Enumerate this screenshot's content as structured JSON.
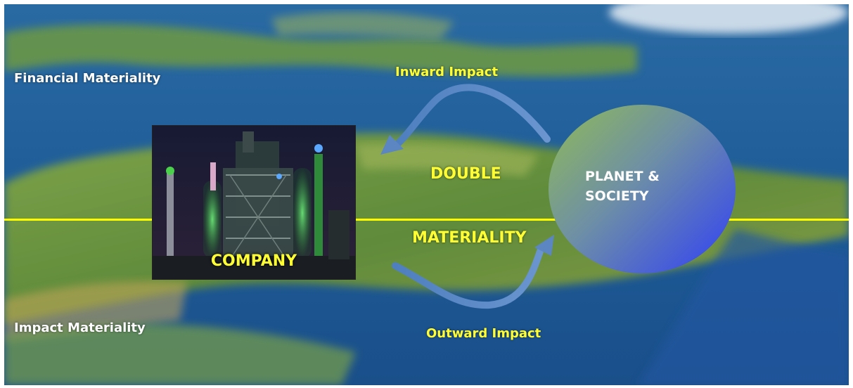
{
  "labels": {
    "financial_materiality": "Financial Materiality",
    "impact_materiality": "Impact Materiality",
    "inward_impact": "Inward Impact",
    "outward_impact": "Outward Impact",
    "double": "DOUBLE",
    "materiality": "MATERIALITY"
  },
  "company": {
    "label": "COMPANY"
  },
  "planet": {
    "line1": "PLANET &",
    "line2": "SOCIETY"
  },
  "colors": {
    "accent_yellow": "#ffff33",
    "ocean": "#1c5a99",
    "land": "#6f9a3e",
    "arrow": "#5b86c2"
  }
}
